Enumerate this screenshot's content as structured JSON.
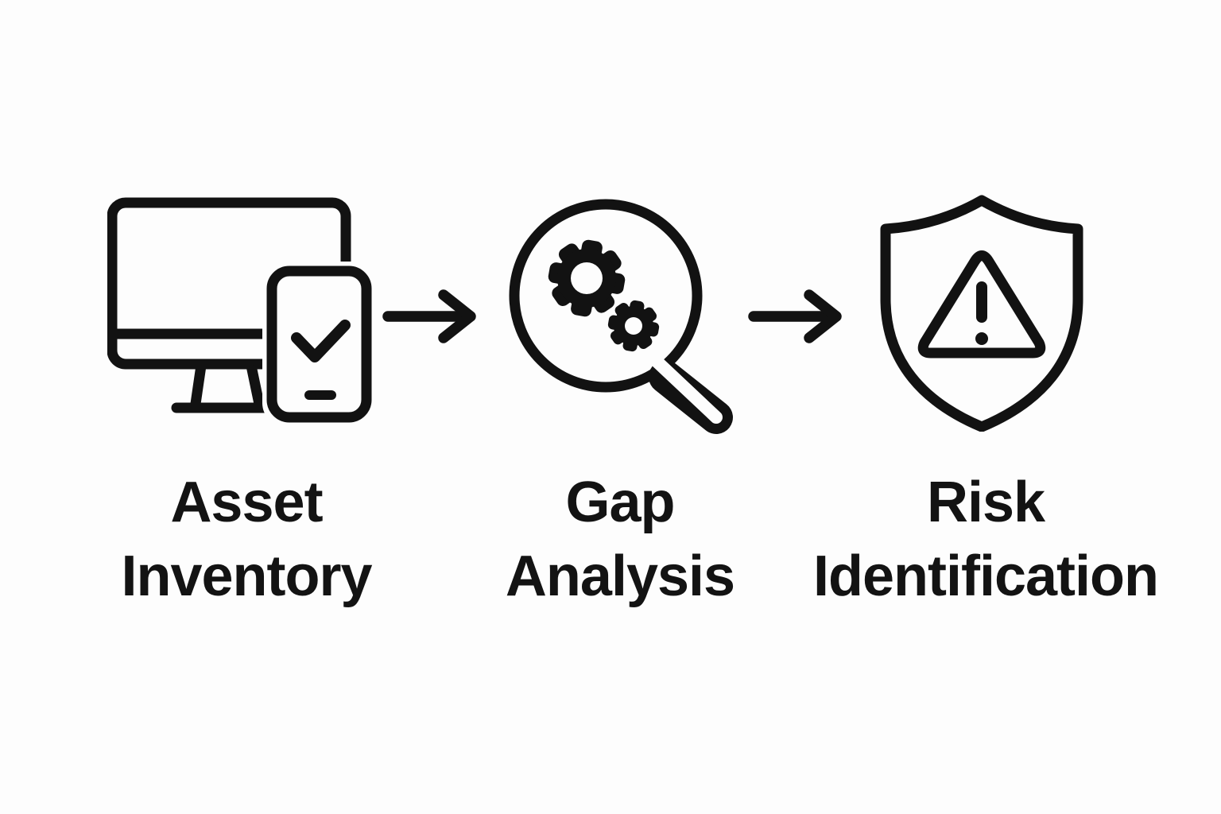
{
  "diagram": {
    "type": "process-flow",
    "direction": "left-to-right",
    "colors": {
      "background": "#fdfdfd",
      "ink": "#121212",
      "text": "#131313"
    },
    "steps": [
      {
        "name": "asset-inventory",
        "icon": "devices-check-icon",
        "label_lines": [
          "Asset",
          "Inventory"
        ]
      },
      {
        "name": "gap-analysis",
        "icon": "magnifier-gears-icon",
        "label_lines": [
          "Gap",
          "Analysis"
        ]
      },
      {
        "name": "risk-identification",
        "icon": "shield-alert-icon",
        "label_lines": [
          "Risk",
          "Identification"
        ]
      }
    ],
    "connectors": [
      {
        "name": "arrow-1",
        "type": "arrow-right"
      },
      {
        "name": "arrow-2",
        "type": "arrow-right"
      }
    ]
  }
}
